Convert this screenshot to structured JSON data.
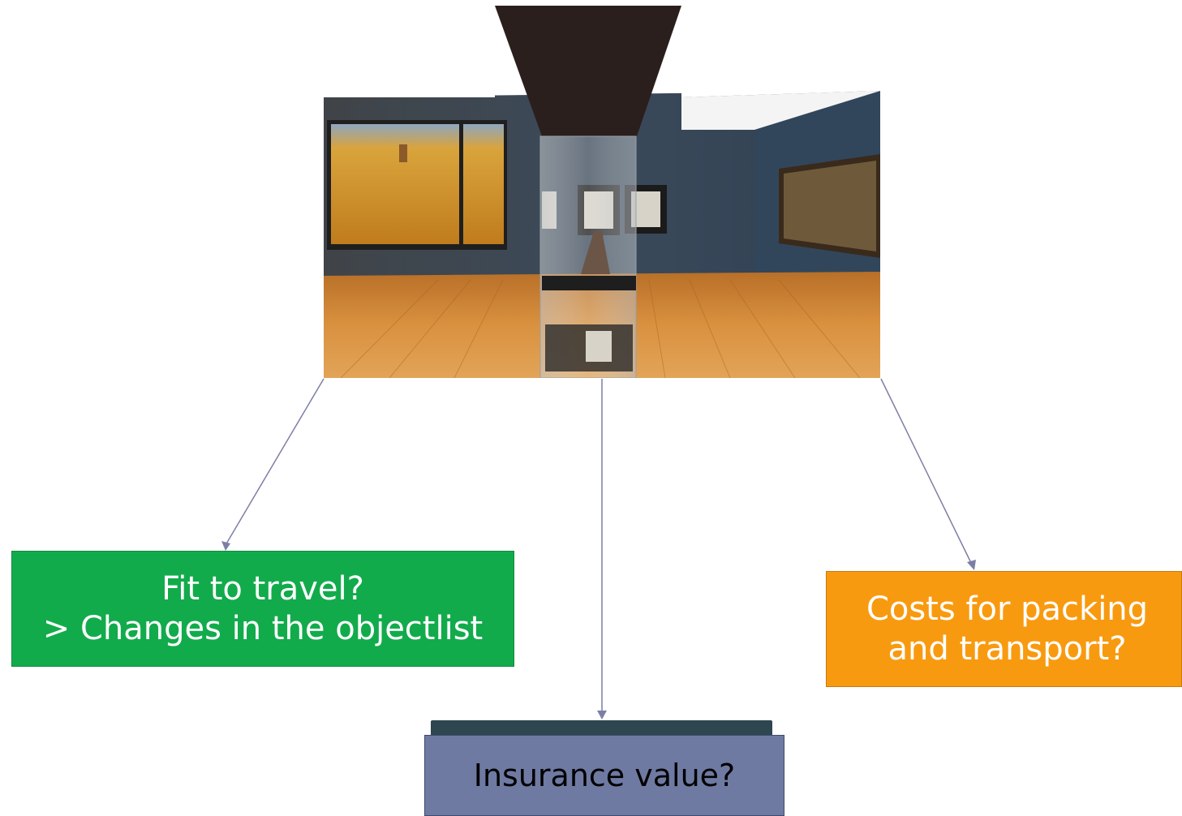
{
  "boxes": {
    "fit_to_travel": {
      "text": "Fit to travel?\n> Changes in the objectlist",
      "color": "#12ab4b"
    },
    "costs": {
      "text": "Costs for packing\nand transport?",
      "color": "#f89a10"
    },
    "insurance": {
      "text": "Insurance value?",
      "color": "#6f7aa3",
      "shadow_color": "#2e4650"
    }
  },
  "photo": {
    "subject": "museum gallery with paintings and a glass display case"
  },
  "colors": {
    "arrow": "#7c7fa5"
  }
}
